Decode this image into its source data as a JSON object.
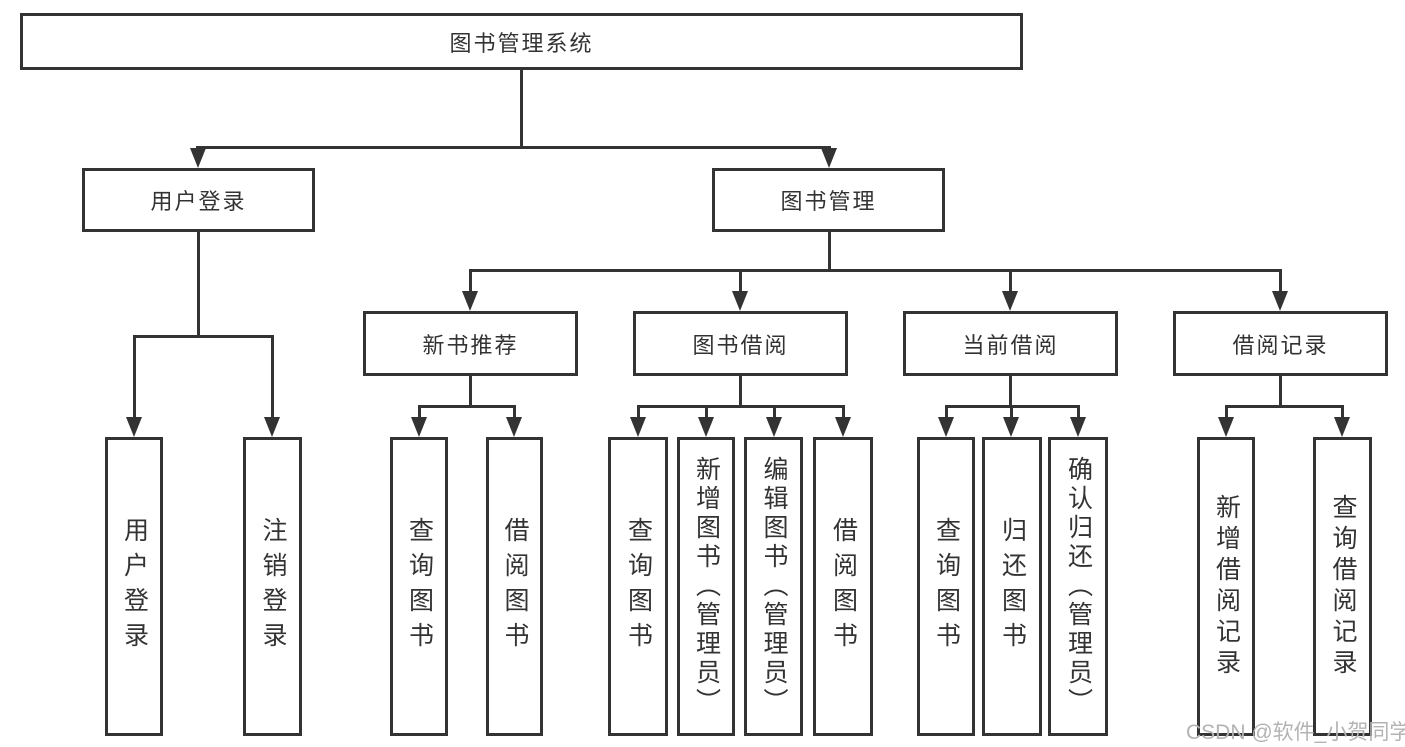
{
  "diagram": {
    "root": "图书管理系统",
    "children": [
      {
        "label": "用户登录",
        "children": [
          "用户登录",
          "注销登录"
        ]
      },
      {
        "label": "图书管理",
        "children": [
          {
            "label": "新书推荐",
            "children": [
              "查询图书",
              "借阅图书"
            ]
          },
          {
            "label": "图书借阅",
            "children": [
              "查询图书",
              "新增图书（管理员）",
              "编辑图书（管理员）",
              "借阅图书"
            ]
          },
          {
            "label": "当前借阅",
            "children": [
              "查询图书",
              "归还图书",
              "确认归还（管理员）"
            ]
          },
          {
            "label": "借阅记录",
            "children": [
              "新增借阅记录",
              "查询借阅记录"
            ]
          }
        ]
      }
    ]
  },
  "watermark": {
    "text": "CSDN @软件_小贺同学"
  },
  "colors": {
    "line": "#333333",
    "box_background": "#ffffff",
    "text": "#333333",
    "watermark": "#b3b3b3"
  }
}
